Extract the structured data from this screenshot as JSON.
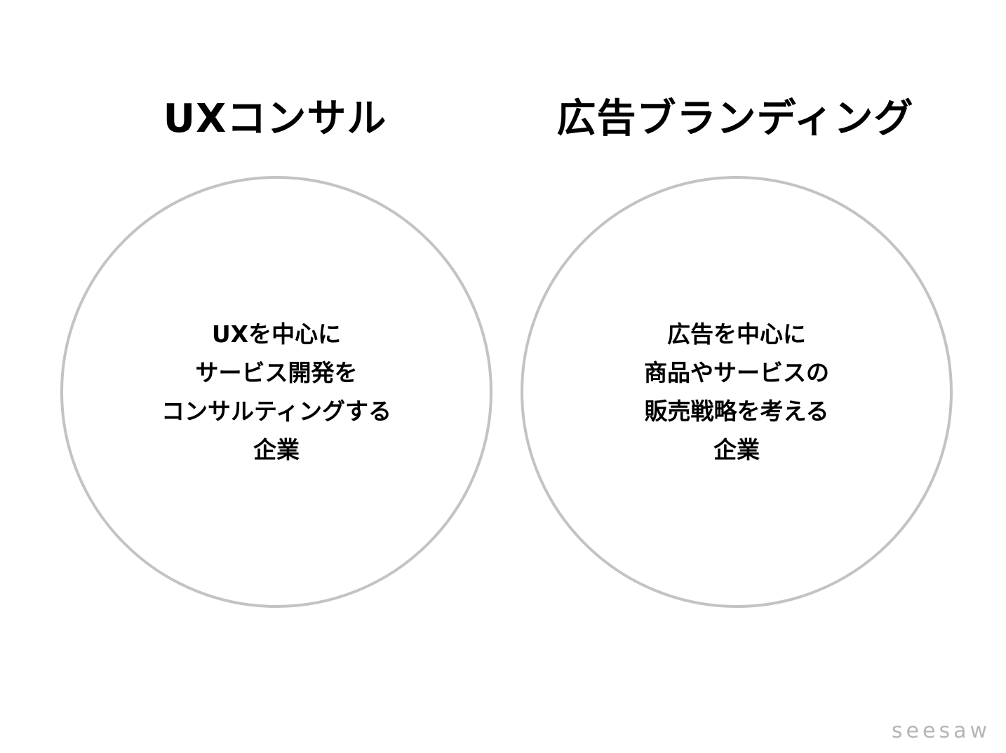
{
  "left": {
    "title": "UXコンサル",
    "lines": [
      "UXを中心に",
      "サービス開発を",
      "コンサルティングする",
      "企業"
    ]
  },
  "right": {
    "title": "広告ブランディング",
    "lines": [
      "広告を中心に",
      "商品やサービスの",
      "販売戦略を考える",
      "企業"
    ]
  },
  "logo": "seesaw",
  "colors": {
    "circle_border": "#c3c3c3",
    "text": "#000000",
    "logo": "#b5b5b5"
  }
}
